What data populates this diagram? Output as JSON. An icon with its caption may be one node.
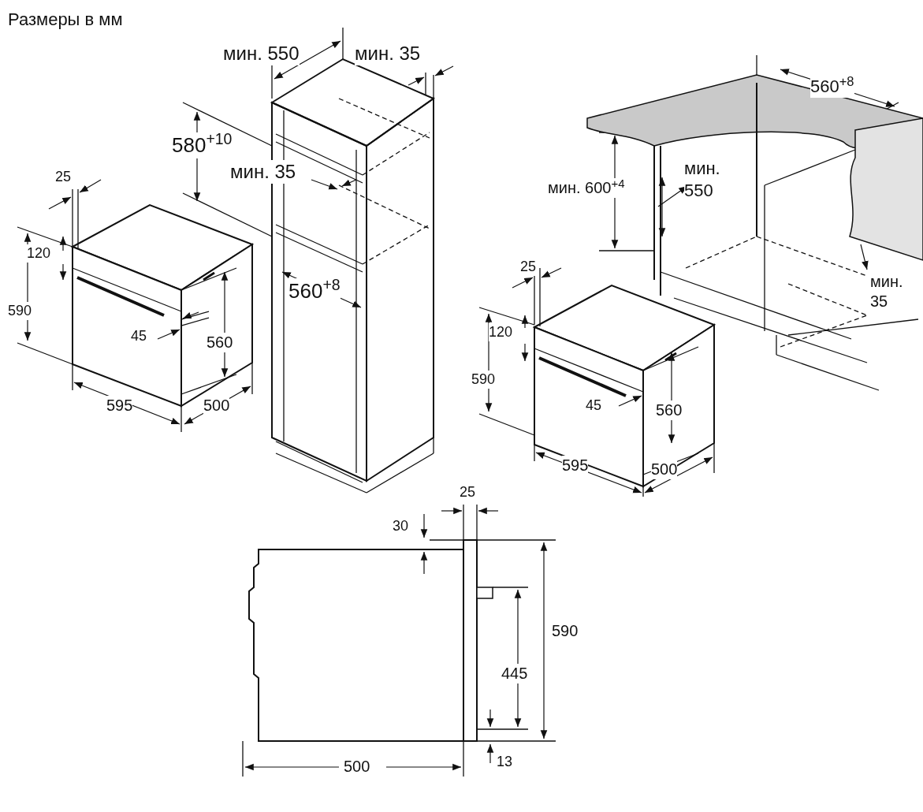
{
  "diagram": {
    "title": "Размеры в мм",
    "labels": [
      "мин. 550",
      "мин. 35",
      "580$^{+10}$",
      "25",
      "мин. 35",
      "120",
      "590",
      "560$^{+8}$",
      "45",
      "560",
      "595",
      "500",
      "560$^{+8}$",
      "мин. 550",
      "мин. 600$^{+4}$",
      "25",
      "мин. 35",
      "120",
      "590",
      "45",
      "560",
      "595",
      "500",
      "25",
      "30",
      "590",
      "445",
      "13",
      "500"
    ]
  }
}
